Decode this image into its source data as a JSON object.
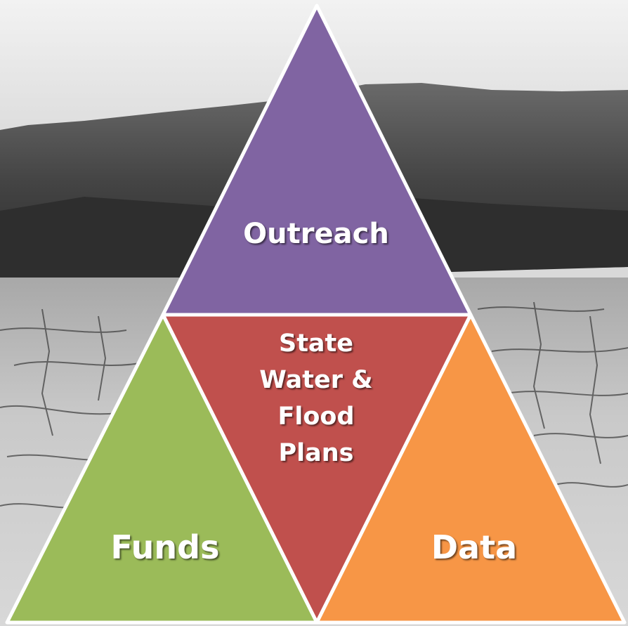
{
  "diagram": {
    "outreach": {
      "label": "Outreach",
      "color": "#8064a2"
    },
    "center": {
      "lines": [
        "State",
        "Water &",
        "Flood",
        "Plans"
      ],
      "color": "#c0504d"
    },
    "funds": {
      "label": "Funds",
      "color": "#9bbb59"
    },
    "data": {
      "label": "Data",
      "color": "#f79646"
    },
    "outline_color": "#ffffff"
  },
  "background": {
    "icon": "dry-cracked-lakebed-photo"
  }
}
